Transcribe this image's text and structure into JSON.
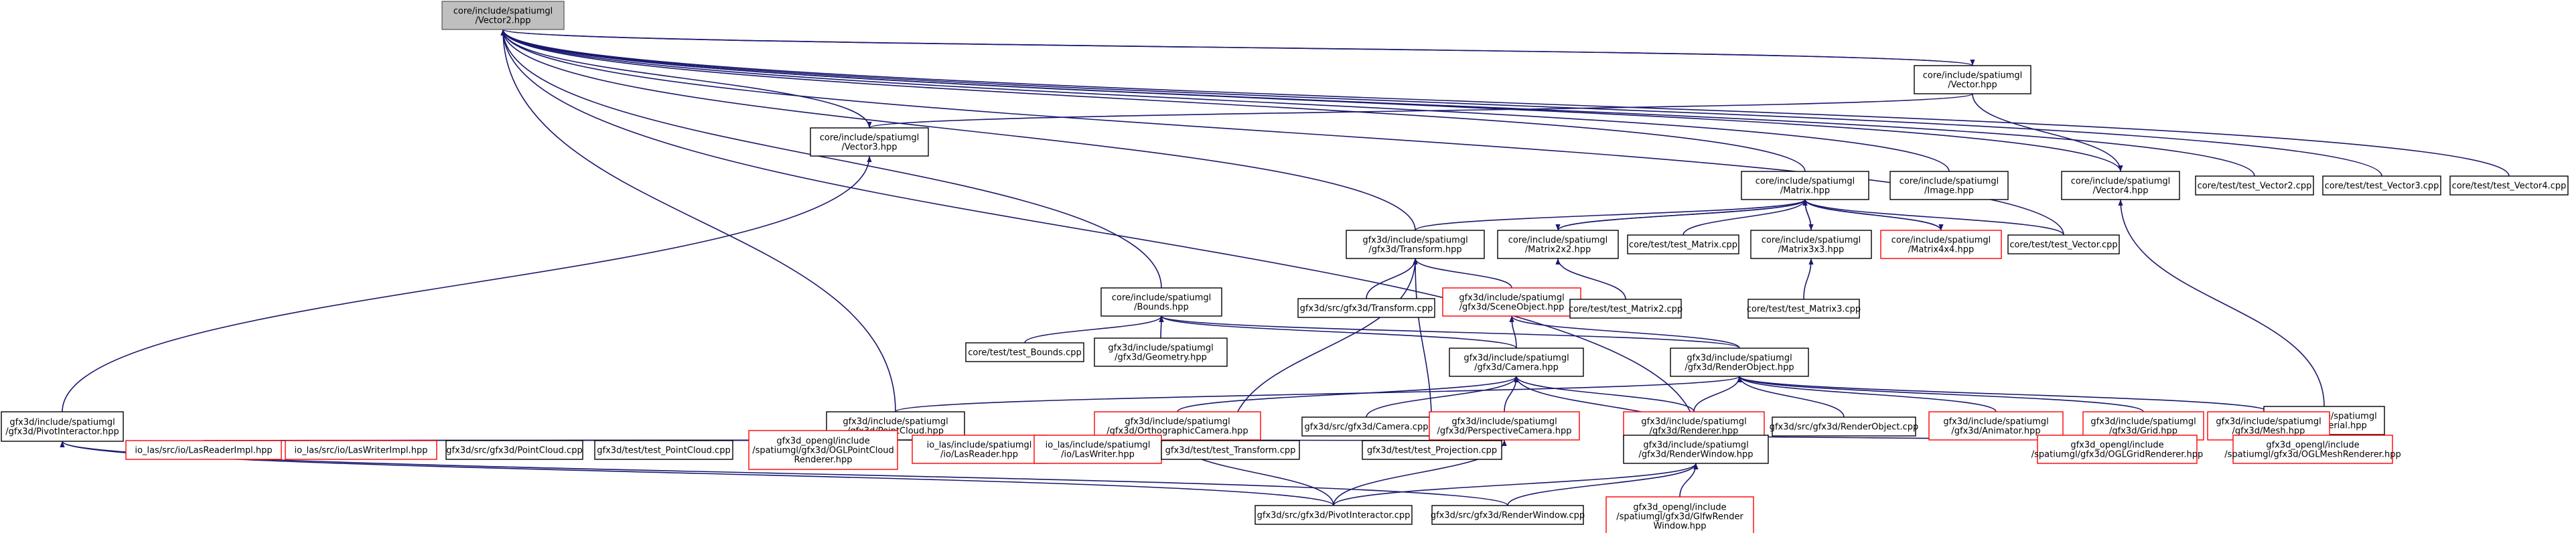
{
  "diagram": {
    "colors": {
      "edge": "#191970",
      "border": "#000000",
      "border_red": "#ff0000",
      "fill": "#ffffff",
      "fill_root": "#bfbfbf",
      "text": "#000000"
    },
    "nodes": [
      {
        "id": "vector2",
        "lines": [
          "core/include/spatiumgl",
          "/Vector2.hpp"
        ],
        "root": true
      },
      {
        "id": "vector",
        "lines": [
          "core/include/spatiumgl",
          "/Vector.hpp"
        ]
      },
      {
        "id": "vector3",
        "lines": [
          "core/include/spatiumgl",
          "/Vector3.hpp"
        ]
      },
      {
        "id": "matrix",
        "lines": [
          "core/include/spatiumgl",
          "/Matrix.hpp"
        ]
      },
      {
        "id": "image",
        "lines": [
          "core/include/spatiumgl",
          "/Image.hpp"
        ]
      },
      {
        "id": "vector4",
        "lines": [
          "core/include/spatiumgl",
          "/Vector4.hpp"
        ]
      },
      {
        "id": "test_vector2",
        "lines": [
          "core/test/test_Vector2.cpp"
        ]
      },
      {
        "id": "test_vector3",
        "lines": [
          "core/test/test_Vector3.cpp"
        ]
      },
      {
        "id": "test_vector4",
        "lines": [
          "core/test/test_Vector4.cpp"
        ]
      },
      {
        "id": "transform",
        "lines": [
          "gfx3d/include/spatiumgl",
          "/gfx3d/Transform.hpp"
        ]
      },
      {
        "id": "matrix2x2",
        "lines": [
          "core/include/spatiumgl",
          "/Matrix2x2.hpp"
        ]
      },
      {
        "id": "test_matrix",
        "lines": [
          "core/test/test_Matrix.cpp"
        ]
      },
      {
        "id": "matrix3x3",
        "lines": [
          "core/include/spatiumgl",
          "/Matrix3x3.hpp"
        ]
      },
      {
        "id": "matrix4x4",
        "lines": [
          "core/include/spatiumgl",
          "/Matrix4x4.hpp"
        ],
        "red": true
      },
      {
        "id": "test_vector",
        "lines": [
          "core/test/test_Vector.cpp"
        ]
      },
      {
        "id": "bounds",
        "lines": [
          "core/include/spatiumgl",
          "/Bounds.hpp"
        ]
      },
      {
        "id": "transform_cpp",
        "lines": [
          "gfx3d/src/gfx3d/Transform.cpp"
        ]
      },
      {
        "id": "sceneobject",
        "lines": [
          "gfx3d/include/spatiumgl",
          "/gfx3d/SceneObject.hpp"
        ],
        "red": true
      },
      {
        "id": "test_matrix2",
        "lines": [
          "core/test/test_Matrix2.cpp"
        ]
      },
      {
        "id": "test_matrix3",
        "lines": [
          "core/test/test_Matrix3.cpp"
        ]
      },
      {
        "id": "test_bounds",
        "lines": [
          "core/test/test_Bounds.cpp"
        ]
      },
      {
        "id": "geometry",
        "lines": [
          "gfx3d/include/spatiumgl",
          "/gfx3d/Geometry.hpp"
        ]
      },
      {
        "id": "camera",
        "lines": [
          "gfx3d/include/spatiumgl",
          "/gfx3d/Camera.hpp"
        ]
      },
      {
        "id": "renderobject",
        "lines": [
          "gfx3d/include/spatiumgl",
          "/gfx3d/RenderObject.hpp"
        ]
      },
      {
        "id": "material",
        "lines": [
          "gfx3d/include/spatiumgl",
          "/gfx3d/Material.hpp"
        ]
      },
      {
        "id": "pointcloud",
        "lines": [
          "gfx3d/include/spatiumgl",
          "/gfx3d/PointCloud.hpp"
        ]
      },
      {
        "id": "orthocamera",
        "lines": [
          "gfx3d/include/spatiumgl",
          "/gfx3d/OrthographicCamera.hpp"
        ],
        "red": true
      },
      {
        "id": "camera_cpp",
        "lines": [
          "gfx3d/src/gfx3d/Camera.cpp"
        ]
      },
      {
        "id": "perspcamera",
        "lines": [
          "gfx3d/include/spatiumgl",
          "/gfx3d/PerspectiveCamera.hpp"
        ],
        "red": true
      },
      {
        "id": "renderer",
        "lines": [
          "gfx3d/include/spatiumgl",
          "/gfx3d/Renderer.hpp"
        ],
        "red": true
      },
      {
        "id": "renderobject_cpp",
        "lines": [
          "gfx3d/src/gfx3d/RenderObject.cpp"
        ]
      },
      {
        "id": "animator",
        "lines": [
          "gfx3d/include/spatiumgl",
          "/gfx3d/Animator.hpp"
        ],
        "red": true
      },
      {
        "id": "grid",
        "lines": [
          "gfx3d/include/spatiumgl",
          "/gfx3d/Grid.hpp"
        ],
        "red": true
      },
      {
        "id": "mesh",
        "lines": [
          "gfx3d/include/spatiumgl",
          "/gfx3d/Mesh.hpp"
        ],
        "red": true
      },
      {
        "id": "pivotinteractor",
        "lines": [
          "gfx3d/include/spatiumgl",
          "/gfx3d/PivotInteractor.hpp"
        ]
      },
      {
        "id": "lasreaderimpl",
        "lines": [
          "io_las/src/io/LasReaderImpl.hpp"
        ],
        "red": true
      },
      {
        "id": "laswriterimpl",
        "lines": [
          "io_las/src/io/LasWriterImpl.hpp"
        ],
        "red": true
      },
      {
        "id": "pointcloud_cpp",
        "lines": [
          "gfx3d/src/gfx3d/PointCloud.cpp"
        ]
      },
      {
        "id": "test_pointcloud",
        "lines": [
          "gfx3d/test/test_PointCloud.cpp"
        ]
      },
      {
        "id": "oglpcrenderer",
        "lines": [
          "gfx3d_opengl/include",
          "/spatiumgl/gfx3d/OGLPointCloud",
          "Renderer.hpp"
        ],
        "red": true
      },
      {
        "id": "lasreader",
        "lines": [
          "io_las/include/spatiumgl",
          "/io/LasReader.hpp"
        ],
        "red": true
      },
      {
        "id": "laswriter",
        "lines": [
          "io_las/include/spatiumgl",
          "/io/LasWriter.hpp"
        ],
        "red": true
      },
      {
        "id": "test_transform",
        "lines": [
          "gfx3d/test/test_Transform.cpp"
        ]
      },
      {
        "id": "test_projection",
        "lines": [
          "gfx3d/test/test_Projection.cpp"
        ]
      },
      {
        "id": "renderwindow",
        "lines": [
          "gfx3d/include/spatiumgl",
          "/gfx3d/RenderWindow.hpp"
        ]
      },
      {
        "id": "oglgridrenderer",
        "lines": [
          "gfx3d_opengl/include",
          "/spatiumgl/gfx3d/OGLGridRenderer.hpp"
        ],
        "red": true
      },
      {
        "id": "oglmeshrenderer",
        "lines": [
          "gfx3d_opengl/include",
          "/spatiumgl/gfx3d/OGLMeshRenderer.hpp"
        ],
        "red": true
      },
      {
        "id": "pivotinteractor_cpp",
        "lines": [
          "gfx3d/src/gfx3d/PivotInteractor.cpp"
        ]
      },
      {
        "id": "renderwindow_cpp",
        "lines": [
          "gfx3d/src/gfx3d/RenderWindow.cpp"
        ]
      },
      {
        "id": "glfwrenderwindow",
        "lines": [
          "gfx3d_opengl/include",
          "/spatiumgl/gfx3d/GlfwRender",
          "Window.hpp"
        ],
        "red": true
      }
    ],
    "edges": [
      [
        "vector2",
        "vector"
      ],
      [
        "vector",
        "vector2"
      ],
      [
        "vector2",
        "vector3"
      ],
      [
        "vector3",
        "vector"
      ],
      [
        "vector2",
        "matrix"
      ],
      [
        "vector2",
        "image"
      ],
      [
        "vector2",
        "vector4"
      ],
      [
        "vector2",
        "test_vector2"
      ],
      [
        "vector2",
        "test_vector3"
      ],
      [
        "vector2",
        "test_vector4"
      ],
      [
        "vector2",
        "transform"
      ],
      [
        "vector2",
        "bounds"
      ],
      [
        "vector2",
        "pointcloud"
      ],
      [
        "vector2",
        "test_vector"
      ],
      [
        "vector2",
        "renderwindow"
      ],
      [
        "vector4",
        "vector"
      ],
      [
        "vector4",
        "material"
      ],
      [
        "vector3",
        "pivotinteractor"
      ],
      [
        "matrix",
        "transform"
      ],
      [
        "matrix",
        "matrix2x2"
      ],
      [
        "matrix",
        "test_matrix"
      ],
      [
        "matrix",
        "matrix3x3"
      ],
      [
        "matrix",
        "matrix4x4"
      ],
      [
        "matrix",
        "test_vector"
      ],
      [
        "matrix2x2",
        "matrix"
      ],
      [
        "matrix3x3",
        "matrix"
      ],
      [
        "matrix4x4",
        "matrix"
      ],
      [
        "matrix2x2",
        "test_matrix2"
      ],
      [
        "matrix3x3",
        "test_matrix3"
      ],
      [
        "transform",
        "transform_cpp"
      ],
      [
        "transform",
        "sceneobject"
      ],
      [
        "transform",
        "test_transform"
      ],
      [
        "transform",
        "test_projection"
      ],
      [
        "sceneobject",
        "camera"
      ],
      [
        "sceneobject",
        "renderobject"
      ],
      [
        "bounds",
        "test_bounds"
      ],
      [
        "bounds",
        "geometry"
      ],
      [
        "bounds",
        "camera"
      ],
      [
        "bounds",
        "renderobject"
      ],
      [
        "camera",
        "orthocamera"
      ],
      [
        "camera",
        "camera_cpp"
      ],
      [
        "camera",
        "perspcamera"
      ],
      [
        "camera",
        "renderer"
      ],
      [
        "camera",
        "renderwindow"
      ],
      [
        "renderobject",
        "pointcloud"
      ],
      [
        "renderobject",
        "renderer"
      ],
      [
        "renderobject",
        "renderobject_cpp"
      ],
      [
        "renderobject",
        "animator"
      ],
      [
        "renderobject",
        "grid"
      ],
      [
        "renderobject",
        "mesh"
      ],
      [
        "pointcloud",
        "lasreaderimpl"
      ],
      [
        "pointcloud",
        "laswriterimpl"
      ],
      [
        "pointcloud",
        "pointcloud_cpp"
      ],
      [
        "pointcloud",
        "test_pointcloud"
      ],
      [
        "pointcloud",
        "oglpcrenderer"
      ],
      [
        "pointcloud",
        "lasreader"
      ],
      [
        "pointcloud",
        "laswriter"
      ],
      [
        "pointcloud",
        "test_transform"
      ],
      [
        "orthocamera",
        "test_projection"
      ],
      [
        "orthocamera",
        "pivotinteractor_cpp"
      ],
      [
        "perspcamera",
        "test_projection"
      ],
      [
        "perspcamera",
        "pivotinteractor_cpp"
      ],
      [
        "renderer",
        "renderwindow"
      ],
      [
        "animator",
        "renderwindow"
      ],
      [
        "grid",
        "oglgridrenderer"
      ],
      [
        "mesh",
        "oglmeshrenderer"
      ],
      [
        "material",
        "oglmeshrenderer"
      ],
      [
        "renderwindow",
        "pivotinteractor_cpp"
      ],
      [
        "renderwindow",
        "renderwindow_cpp"
      ],
      [
        "renderwindow",
        "glfwrenderwindow"
      ],
      [
        "pivotinteractor",
        "pivotinteractor_cpp"
      ],
      [
        "pivotinteractor",
        "renderwindow_cpp"
      ]
    ]
  }
}
